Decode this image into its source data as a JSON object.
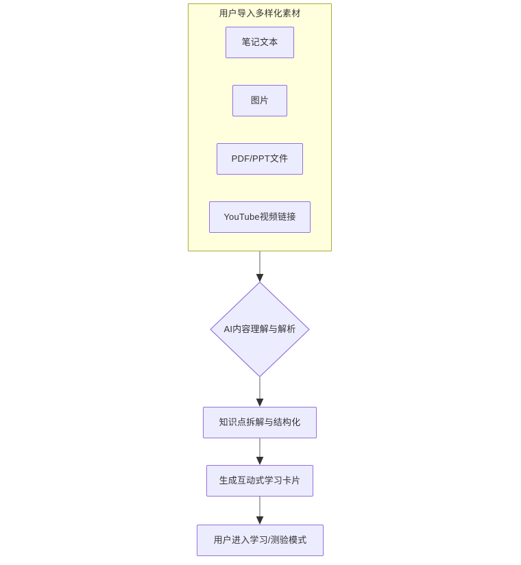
{
  "diagram": {
    "type": "flowchart",
    "direction": "top-to-bottom",
    "title": "",
    "colors": {
      "subgraph_fill": "#FFFFDE",
      "subgraph_border": "#AAAA33",
      "node_fill": "#ECECFF",
      "node_border": "#9370DB",
      "edge_line": "#999999",
      "arrow_head": "#333333",
      "text": "#333333"
    },
    "subgraph": {
      "id": "input-sources",
      "label": "用户导入多样化素材",
      "nodes": [
        {
          "id": "note-text",
          "label": "笔记文本",
          "shape": "rect"
        },
        {
          "id": "image",
          "label": "图片",
          "shape": "rect"
        },
        {
          "id": "pdf-ppt",
          "label": "PDF/PPT文件",
          "shape": "rect"
        },
        {
          "id": "youtube-link",
          "label": "YouTube视频链接",
          "shape": "rect"
        }
      ]
    },
    "nodes": [
      {
        "id": "ai-parse",
        "label": "AI内容理解与解析",
        "shape": "diamond"
      },
      {
        "id": "knowledge-structure",
        "label": "知识点拆解与结构化",
        "shape": "rect"
      },
      {
        "id": "generate-cards",
        "label": "生成互动式学习卡片",
        "shape": "rect"
      },
      {
        "id": "study-mode",
        "label": "用户进入学习/测验模式",
        "shape": "rect"
      }
    ],
    "edges": [
      {
        "from": "input-sources",
        "to": "ai-parse",
        "label": "",
        "arrow": "triangle"
      },
      {
        "from": "ai-parse",
        "to": "knowledge-structure",
        "label": "",
        "arrow": "triangle"
      },
      {
        "from": "knowledge-structure",
        "to": "generate-cards",
        "label": "",
        "arrow": "triangle"
      },
      {
        "from": "generate-cards",
        "to": "study-mode",
        "label": "",
        "arrow": "triangle"
      }
    ]
  }
}
